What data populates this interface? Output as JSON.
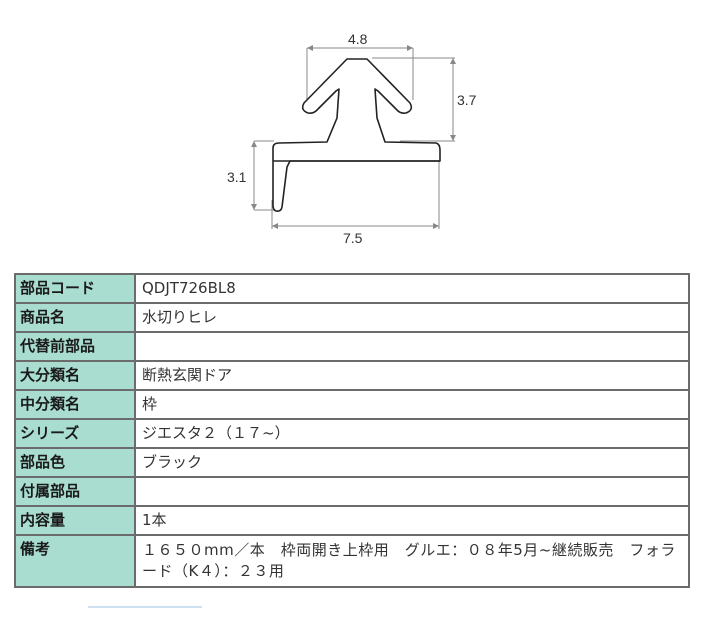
{
  "diagram": {
    "title": "profile-cross-section",
    "dimensions": {
      "top_width": "4.8",
      "fin_height": "3.7",
      "leg_height": "3.1",
      "base_width": "7.5"
    }
  },
  "spec_table": {
    "rows": [
      {
        "label": "部品コード",
        "value": "QDJT726BL8"
      },
      {
        "label": "商品名",
        "value": "水切りヒレ"
      },
      {
        "label": "代替前部品",
        "value": ""
      },
      {
        "label": "大分類名",
        "value": "断熱玄関ドア"
      },
      {
        "label": "中分類名",
        "value": "枠"
      },
      {
        "label": "シリーズ",
        "value": "ジエスタ２（１７~）"
      },
      {
        "label": "部品色",
        "value": "ブラック"
      },
      {
        "label": "付属部品",
        "value": ""
      },
      {
        "label": "内容量",
        "value": "1本"
      },
      {
        "label": "備考",
        "value": "１６５０mm／本　枠両開き上枠用　グルエ：０８年5月~継続販売　フォラード（K４）：２３用"
      }
    ]
  },
  "colors": {
    "label_bg": "#a8ddd0",
    "border": "#6b6b6b"
  }
}
